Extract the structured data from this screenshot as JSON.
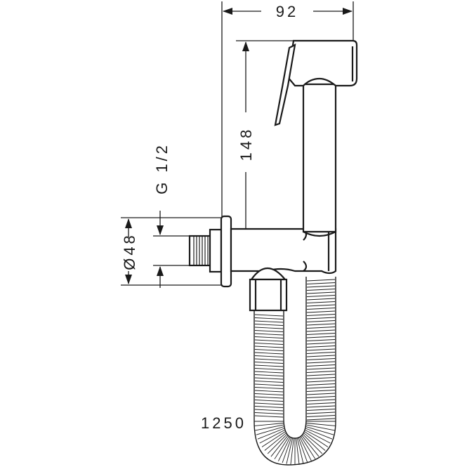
{
  "dimensions": {
    "width_92": "92",
    "height_148": "148",
    "thread_g12": "G 1/2",
    "diameter_48": "Ø48",
    "hose_length_1250": "1250"
  }
}
